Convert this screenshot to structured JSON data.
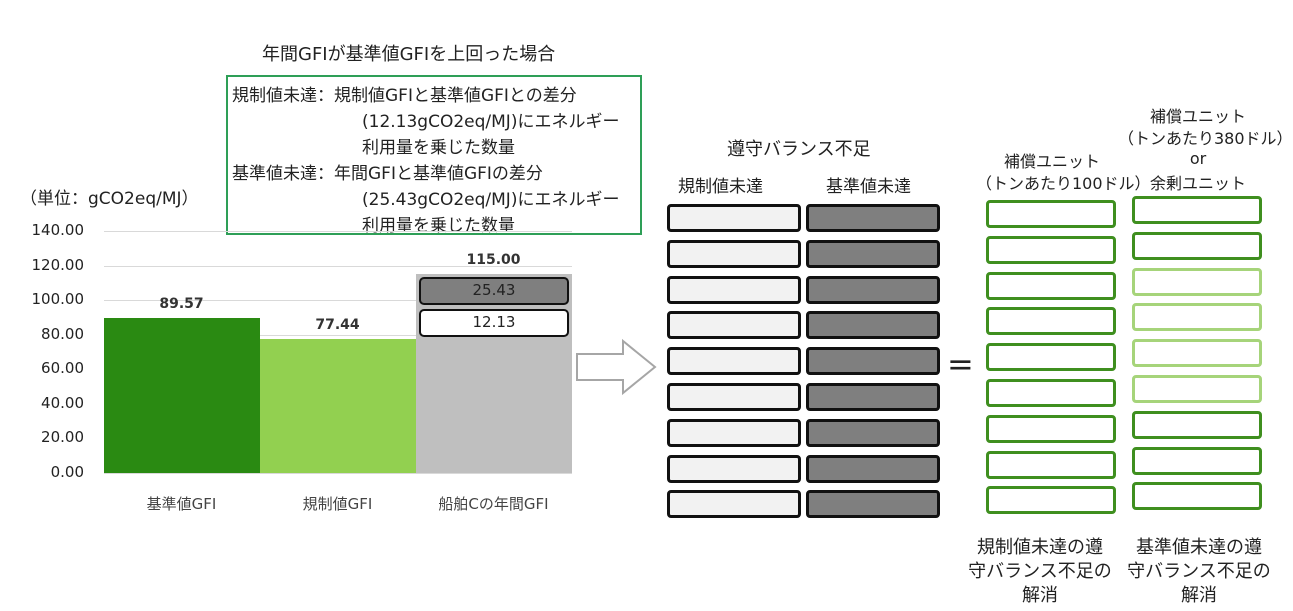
{
  "header": {
    "title": "年間GFIが基準値GFIを上回った場合",
    "explanation": [
      "規制値未達：規制値GFIと基準値GFIとの差分",
      "(12.13gCO2eq/MJ)にエネルギー",
      "利用量を乗じた数量",
      "基準値未達：年間GFIと基準値GFIの差分",
      "(25.43gCO2eq/MJ)にエネルギー",
      "利用量を乗じた数量"
    ]
  },
  "chart_data": {
    "type": "bar",
    "unit_label": "（単位：gCO2eq/MJ）",
    "categories": [
      "基準値GFI",
      "規制値GFI",
      "船舶Cの年間GFI"
    ],
    "values": [
      89.57,
      77.44,
      115.0
    ],
    "value_labels": [
      "89.57",
      "77.44",
      "115.00"
    ],
    "ylim": [
      0,
      140
    ],
    "yticks": [
      "0.00",
      "20.00",
      "40.00",
      "60.00",
      "80.00",
      "100.00",
      "120.00",
      "140.00"
    ],
    "grid": true,
    "bar_colors": [
      "#2a8a12",
      "#92d050",
      "#bfbfbf"
    ],
    "stacked_segments": [
      {
        "label": "25.43",
        "value": 25.43,
        "color": "#7f7f7f"
      },
      {
        "label": "12.13",
        "value": 12.13,
        "color": "#ffffff"
      }
    ]
  },
  "balance": {
    "title": "遵守バランス不足",
    "col_left": "規制値未達",
    "col_right": "基準値未達",
    "rows": 9,
    "equals": "="
  },
  "units": {
    "left_header": [
      "補償ユニット",
      "（トンあたり100ドル）"
    ],
    "right_header": [
      "補償ユニット",
      "（トンあたり380ドル）",
      "or",
      "余剰ユニット"
    ],
    "left_rows": 9,
    "right_rows": [
      "dark",
      "dark",
      "light",
      "light",
      "light",
      "light",
      "dark",
      "dark",
      "dark"
    ],
    "colors": {
      "dark_green": "#3f8f1f",
      "light_green": "#a6d47a"
    }
  },
  "footer": {
    "left": [
      "規制値未達の遵",
      "守バランス不足の",
      "解消"
    ],
    "right": [
      "基準値未達の遵",
      "守バランス不足の",
      "解消"
    ]
  }
}
